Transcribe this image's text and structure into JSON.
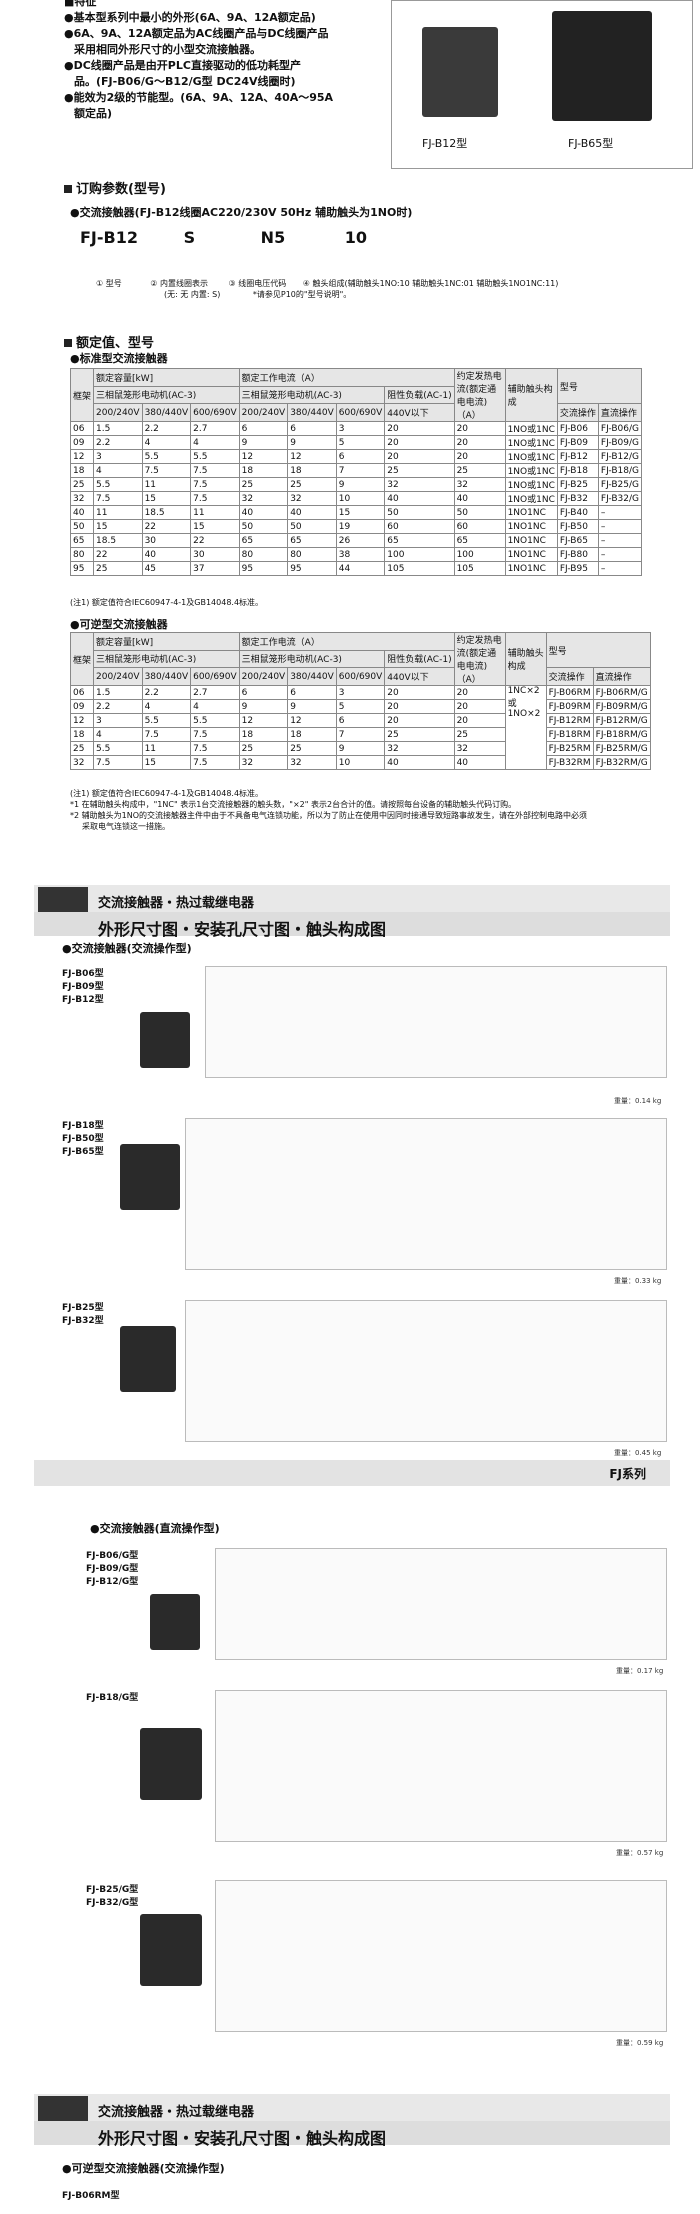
{
  "header": {
    "features_title": "■特征",
    "bullets": [
      "●基本型系列中最小的外形(6A、9A、12A额定品)",
      "●6A、9A、12A额定品为AC线圈产品与DC线圈产品",
      "采用相同外形尺寸的小型交流接触器。",
      "●DC线圈产品是由开PLC直接驱动的低功耗型产",
      "品。(FJ-B06/G～B12/G型 DC24V线圈时)",
      "●能效为2级的节能型。(6A、9A、12A、40A～95A",
      "额定品)"
    ],
    "product_label_1": "FJ-B12型",
    "product_label_2": "FJ-B65型"
  },
  "ordering": {
    "title": "订购参数(型号)",
    "subtitle": "●交流接触器(FJ-B12线圈AC220/230V 50Hz   辅助触头为1NO时)",
    "codes": [
      "FJ-B12",
      "S",
      "N5",
      "10"
    ],
    "notes": [
      "① 型号",
      "② 内置线圈表示",
      "(无: 无 内置: S)",
      "③ 线圈电压代码",
      "*请参见P10的\"型号说明\"。",
      "④ 触头组成(辅助触头1NO:10  辅助触头1NC:01  辅助触头1NO1NC:11)"
    ]
  },
  "ratings": {
    "title": "额定值、型号",
    "std_title": "●标准型交流接触器",
    "headers": {
      "frame": "框架",
      "capacity": "额定容量[kW]",
      "motor": "三相鼠笼形电动机(AC-3)",
      "current": "额定工作电流（A）",
      "resist": "阻性负载(AC-1)",
      "thermal": "约定发热电流(额定通电电流)（A）",
      "aux": "辅助触头构成",
      "model": "型号",
      "ac_op": "交流操作",
      "dc_op": "直流操作",
      "v1": "200/240V",
      "v2": "380/440V",
      "v3": "600/690V",
      "v4": "440V以下"
    },
    "rows": [
      [
        "06",
        "1.5",
        "2.2",
        "2.7",
        "6",
        "6",
        "3",
        "20",
        "20",
        "1NO或1NC",
        "FJ-B06",
        "FJ-B06/G"
      ],
      [
        "09",
        "2.2",
        "4",
        "4",
        "9",
        "9",
        "5",
        "20",
        "20",
        "1NO或1NC",
        "FJ-B09",
        "FJ-B09/G"
      ],
      [
        "12",
        "3",
        "5.5",
        "5.5",
        "12",
        "12",
        "6",
        "20",
        "20",
        "1NO或1NC",
        "FJ-B12",
        "FJ-B12/G"
      ],
      [
        "18",
        "4",
        "7.5",
        "7.5",
        "18",
        "18",
        "7",
        "25",
        "25",
        "1NO或1NC",
        "FJ-B18",
        "FJ-B18/G"
      ],
      [
        "25",
        "5.5",
        "11",
        "7.5",
        "25",
        "25",
        "9",
        "32",
        "32",
        "1NO或1NC",
        "FJ-B25",
        "FJ-B25/G"
      ],
      [
        "32",
        "7.5",
        "15",
        "7.5",
        "32",
        "32",
        "10",
        "40",
        "40",
        "1NO或1NC",
        "FJ-B32",
        "FJ-B32/G"
      ],
      [
        "40",
        "11",
        "18.5",
        "11",
        "40",
        "40",
        "15",
        "50",
        "50",
        "1NO1NC",
        "FJ-B40",
        "–"
      ],
      [
        "50",
        "15",
        "22",
        "15",
        "50",
        "50",
        "19",
        "60",
        "60",
        "1NO1NC",
        "FJ-B50",
        "–"
      ],
      [
        "65",
        "18.5",
        "30",
        "22",
        "65",
        "65",
        "26",
        "65",
        "65",
        "1NO1NC",
        "FJ-B65",
        "–"
      ],
      [
        "80",
        "22",
        "40",
        "30",
        "80",
        "80",
        "38",
        "100",
        "100",
        "1NO1NC",
        "FJ-B80",
        "–"
      ],
      [
        "95",
        "25",
        "45",
        "37",
        "95",
        "95",
        "44",
        "105",
        "105",
        "1NO1NC",
        "FJ-B95",
        "–"
      ]
    ],
    "std_note": "(注1) 额定值符合IEC60947-4-1及GB14048.4标准。",
    "rev_title": "●可逆型交流接触器",
    "rev_rows": [
      [
        "06",
        "1.5",
        "2.2",
        "2.7",
        "6",
        "6",
        "3",
        "20",
        "20",
        "FJ-B06RM",
        "FJ-B06RM/G"
      ],
      [
        "09",
        "2.2",
        "4",
        "4",
        "9",
        "9",
        "5",
        "20",
        "20",
        "FJ-B09RM",
        "FJ-B09RM/G"
      ],
      [
        "12",
        "3",
        "5.5",
        "5.5",
        "12",
        "12",
        "6",
        "20",
        "20",
        "FJ-B12RM",
        "FJ-B12RM/G"
      ],
      [
        "18",
        "4",
        "7.5",
        "7.5",
        "18",
        "18",
        "7",
        "25",
        "25",
        "FJ-B18RM",
        "FJ-B18RM/G"
      ],
      [
        "25",
        "5.5",
        "11",
        "7.5",
        "25",
        "25",
        "9",
        "32",
        "32",
        "FJ-B25RM",
        "FJ-B25RM/G"
      ],
      [
        "32",
        "7.5",
        "15",
        "7.5",
        "32",
        "32",
        "10",
        "40",
        "40",
        "FJ-B32RM",
        "FJ-B32RM/G"
      ]
    ],
    "rev_aux": "1NC×2或1NO×2",
    "rev_notes": [
      "(注1) 额定值符合IEC60947-4-1及GB14048.4标准。",
      "*1 在辅助触头构成中，\"1NC\" 表示1台交流接触器的触头数，\"×2\" 表示2台合计的值。请按照每台设备的辅助触头代码订购。",
      "*2 辅助触头为1NO的交流接触器主件中由于不具备电气连锁功能，所以为了防止在使用中因同时接通导致短路事故发生，请在外部控制电路中必须",
      "采取电气连锁这一措施。"
    ]
  },
  "section1": {
    "banner": "交流接触器・热过载继电器",
    "band": "外形尺寸图・安装孔尺寸图・触头构成图",
    "sub": "●交流接触器(交流操作型)",
    "groups": [
      {
        "labels": [
          "FJ-B06型",
          "FJ-B09型",
          "FJ-B12型"
        ],
        "weight": "重量：0.14 kg"
      },
      {
        "labels": [
          "FJ-B18型",
          "FJ-B50型",
          "FJ-B65型"
        ],
        "weight": "重量：0.33 kg"
      },
      {
        "labels": [
          "FJ-B25型",
          "FJ-B32型"
        ],
        "weight": "重量：0.45 kg"
      }
    ],
    "series": "FJ系列"
  },
  "section2": {
    "sub": "●交流接触器(直流操作型)",
    "groups": [
      {
        "labels": [
          "FJ-B06/G型",
          "FJ-B09/G型",
          "FJ-B12/G型"
        ],
        "weight": "重量：0.17 kg"
      },
      {
        "labels": [
          "FJ-B18/G型"
        ],
        "weight": "重量：0.57 kg"
      },
      {
        "labels": [
          "FJ-B25/G型",
          "FJ-B32/G型"
        ],
        "weight": "重量：0.59 kg"
      }
    ]
  },
  "section3": {
    "banner": "交流接触器・热过载继电器",
    "band": "外形尺寸图・安装孔尺寸图・触头构成图",
    "sub": "●可逆型交流接触器(交流操作型)",
    "label": "FJ-B06RM型"
  }
}
